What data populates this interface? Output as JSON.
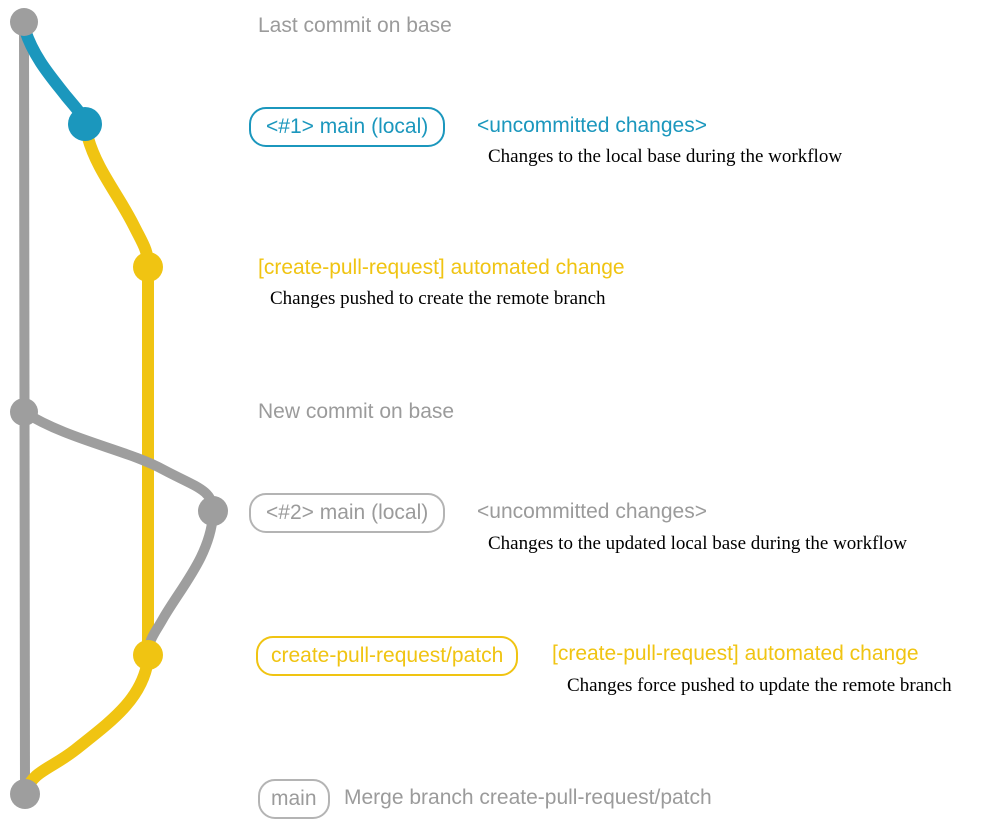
{
  "colors": {
    "teal": "#1b97bd",
    "yellow": "#f0c412",
    "gray": "#9e9e9e",
    "gray_border": "#b4b4b4",
    "note_text": "#000000",
    "background": "#ffffff"
  },
  "graph": {
    "commit_nodes": [
      {
        "id": "last-commit-on-base",
        "color": "gray"
      },
      {
        "id": "uncommitted-changes-1",
        "color": "teal"
      },
      {
        "id": "automated-change-1",
        "color": "yellow"
      },
      {
        "id": "new-commit-on-base",
        "color": "gray"
      },
      {
        "id": "uncommitted-changes-2",
        "color": "gray"
      },
      {
        "id": "automated-change-2",
        "color": "yellow"
      },
      {
        "id": "merge-commit",
        "color": "gray"
      }
    ]
  },
  "annotations": {
    "last_commit_label": "Last commit on base",
    "new_commit_label": "New commit on base",
    "row1": {
      "badge": "<#1> main (local)",
      "heading": "<uncommitted changes>",
      "note": "Changes to the local base during the workflow"
    },
    "row2": {
      "heading": "[create-pull-request] automated change",
      "note": "Changes pushed to create the remote branch"
    },
    "row3": {
      "badge": "<#2> main (local)",
      "heading": "<uncommitted changes>",
      "note": "Changes to the updated local base during the workflow"
    },
    "row4": {
      "badge": "create-pull-request/patch",
      "heading": "[create-pull-request] automated change",
      "note": "Changes force pushed to update the remote branch"
    },
    "row5": {
      "badge": "main",
      "message": "Merge branch create-pull-request/patch"
    }
  }
}
